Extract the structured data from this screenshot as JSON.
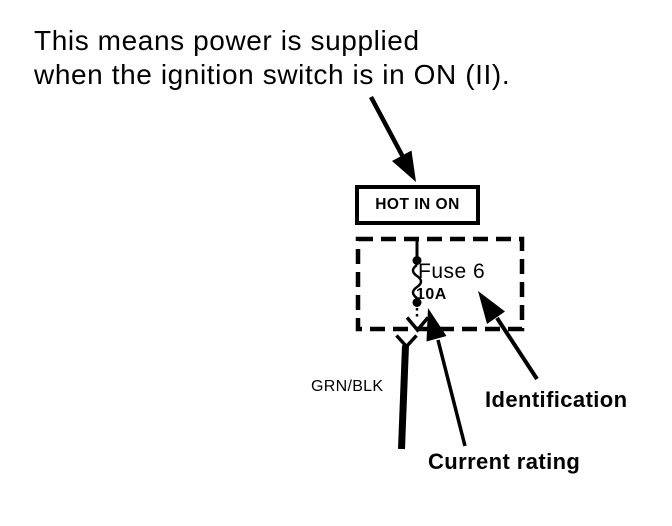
{
  "colors": {
    "ink": "#000000",
    "paper": "#ffffff"
  },
  "note": {
    "line1": "This means power is supplied",
    "line2": "when the ignition switch is in ON (II)."
  },
  "power_label": {
    "text": "HOT IN ON"
  },
  "fuse": {
    "name": "Fuse 6",
    "rating": "10A"
  },
  "wire": {
    "color_code": "GRN/BLK"
  },
  "callouts": {
    "identification": "Identification",
    "current_rating": "Current rating"
  },
  "symbols": {
    "note_pointer": "solid-arrow-down-right",
    "identification_pointer": "solid-arrow-up-left",
    "current_rating_pointer": "solid-arrow-up-left",
    "fuse_element": "wavy-line-with-terminal-dots",
    "connector_split": "chevron-fork-connector",
    "component_outline": "dashed-rectangle"
  }
}
